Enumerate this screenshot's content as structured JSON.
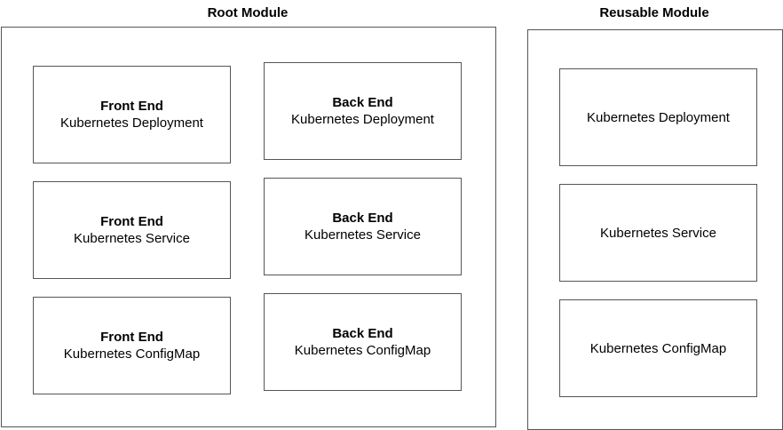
{
  "root_module": {
    "title": "Root Module",
    "boxes": [
      {
        "tier": "Front End",
        "resource": "Kubernetes Deployment"
      },
      {
        "tier": "Back End",
        "resource": "Kubernetes Deployment"
      },
      {
        "tier": "Front End",
        "resource": "Kubernetes Service"
      },
      {
        "tier": "Back End",
        "resource": "Kubernetes Service"
      },
      {
        "tier": "Front End",
        "resource": "Kubernetes ConfigMap"
      },
      {
        "tier": "Back End",
        "resource": "Kubernetes ConfigMap"
      }
    ]
  },
  "reusable_module": {
    "title": "Reusable Module",
    "boxes": [
      {
        "resource": "Kubernetes Deployment"
      },
      {
        "resource": "Kubernetes Service"
      },
      {
        "resource": "Kubernetes ConfigMap"
      }
    ]
  },
  "colors": {
    "stroke": "#555555",
    "text": "#000000",
    "background": "#ffffff"
  }
}
